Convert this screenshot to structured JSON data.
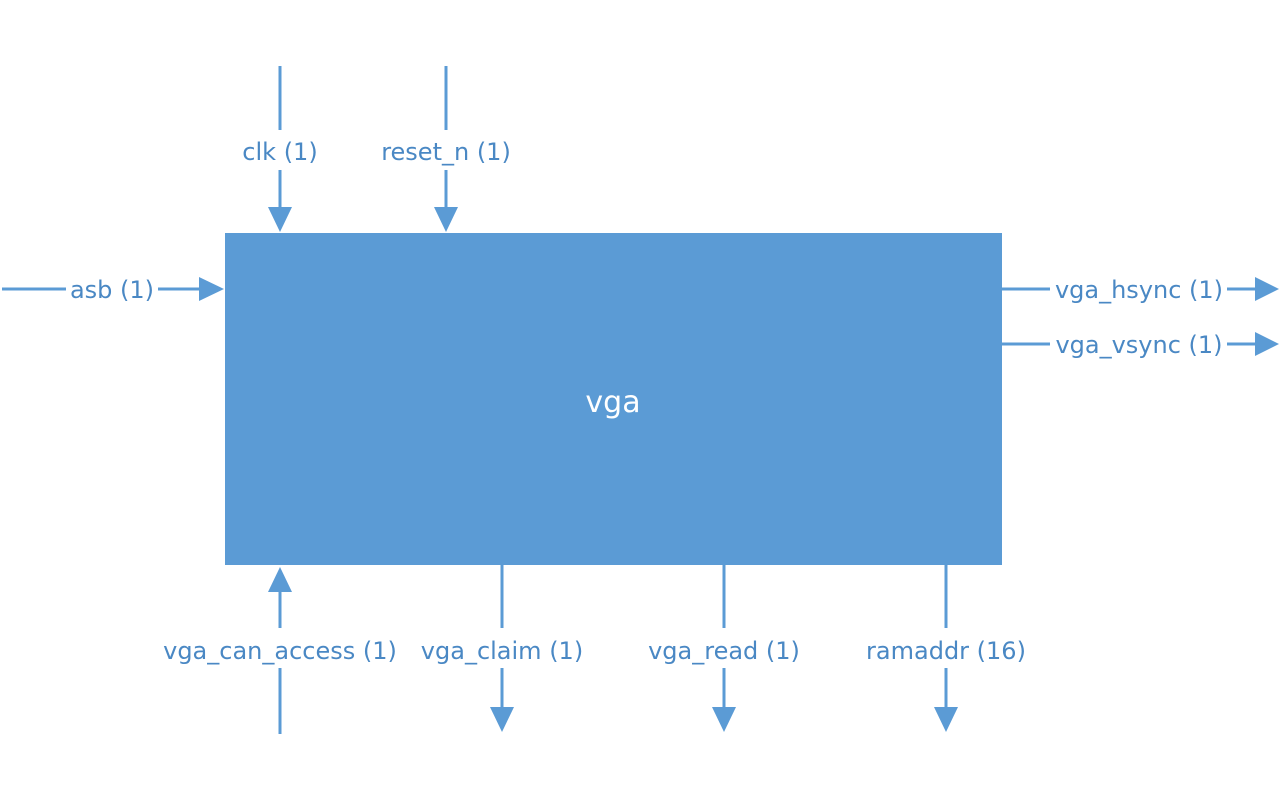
{
  "block": {
    "title": "vga",
    "fill_color": "#5b9bd5",
    "title_color": "#ffffff"
  },
  "colors": {
    "wire": "#5b9bd5",
    "label": "#4a88c4",
    "background": "#ffffff"
  },
  "ports": {
    "clk": {
      "label": "clk (1)",
      "direction": "input"
    },
    "reset_n": {
      "label": "reset_n (1)",
      "direction": "input"
    },
    "asb": {
      "label": "asb (1)",
      "direction": "input"
    },
    "vga_can_access": {
      "label": "vga_can_access (1)",
      "direction": "input"
    },
    "vga_hsync": {
      "label": "vga_hsync (1)",
      "direction": "output"
    },
    "vga_vsync": {
      "label": "vga_vsync (1)",
      "direction": "output"
    },
    "vga_claim": {
      "label": "vga_claim (1)",
      "direction": "output"
    },
    "vga_read": {
      "label": "vga_read (1)",
      "direction": "output"
    },
    "ramaddr": {
      "label": "ramaddr (16)",
      "direction": "output"
    }
  }
}
